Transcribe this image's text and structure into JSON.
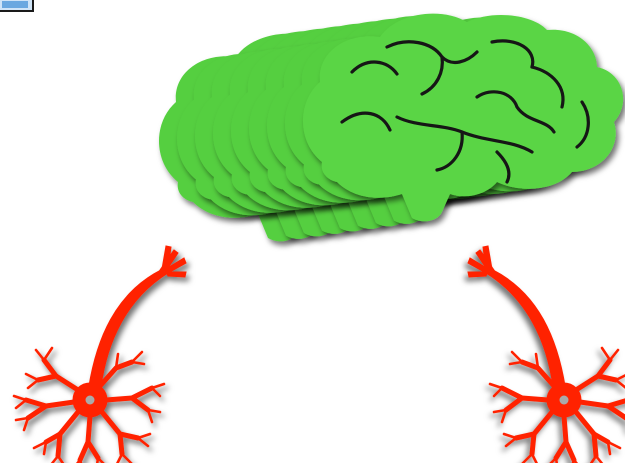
{
  "colors": {
    "brain_fill": "#5ad545",
    "brain_fill_back": "#55cf40",
    "brain_stroke": "#141414",
    "neuron_fill": "#ff2200",
    "neuron_nucleus": "#aaaaaa",
    "corner_tab_fill": "#cfe4f7",
    "corner_tab_inner": "#6aa8e0"
  },
  "brain_stack": {
    "copies": 9
  },
  "neurons": [
    {
      "name": "left",
      "soma": "bottom-left",
      "axon_terminal": "upper-center-left"
    },
    {
      "name": "right",
      "soma": "bottom-right",
      "axon_terminal": "upper-center-right"
    }
  ]
}
